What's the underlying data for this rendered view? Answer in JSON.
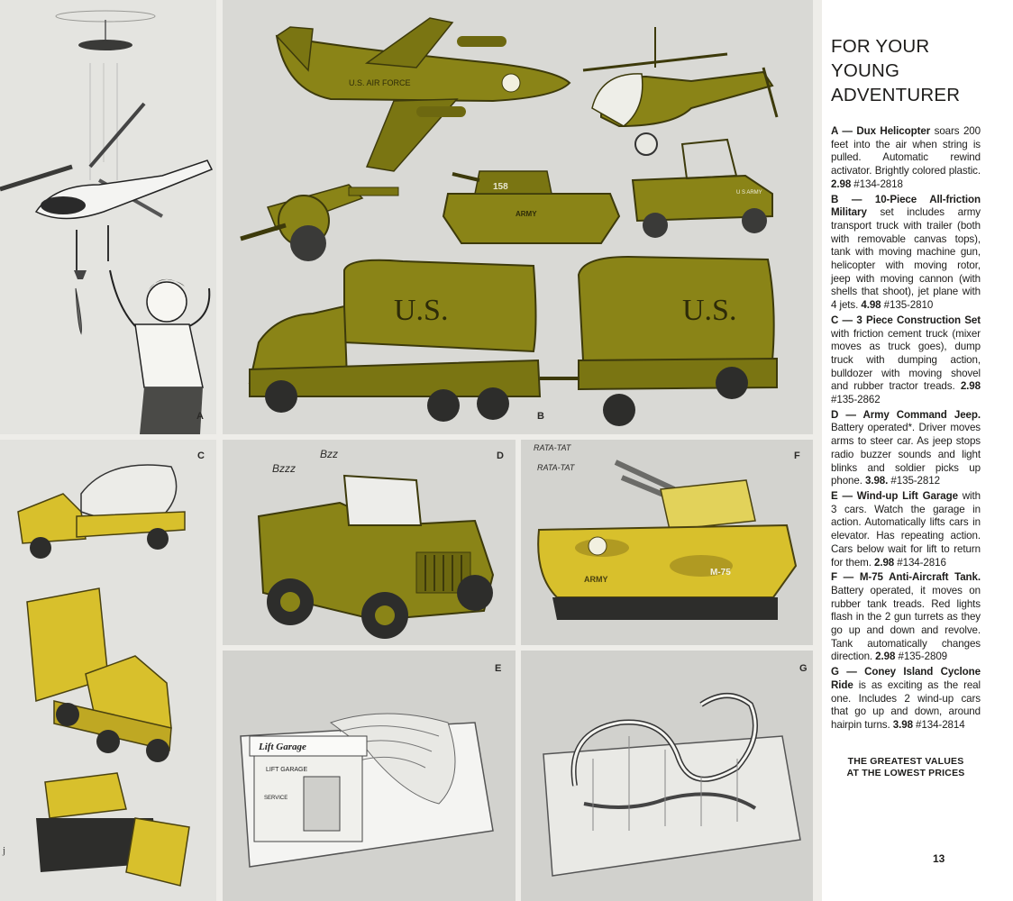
{
  "headline": {
    "line1": "FOR YOUR",
    "line2": "YOUNG",
    "line3": "ADVENTURER"
  },
  "items": [
    {
      "id": "A",
      "name": "A — Dux Helicopter",
      "desc": " soars 200 feet into the air when string is pulled. Automatic rewind activator. Brightly colored plastic. ",
      "price": "2.98",
      "catalog": " #134-2818"
    },
    {
      "id": "B",
      "name": "B — 10-Piece All-friction Military",
      "desc": " set includes army transport truck with trailer (both with removable canvas tops), tank with moving machine gun, helicopter with moving rotor, jeep with moving cannon (with shells that shoot), jet plane with 4 jets. ",
      "price": "4.98",
      "catalog": " #135-2810"
    },
    {
      "id": "C",
      "name": "C — 3 Piece Construction Set",
      "desc": " with friction cement truck (mixer moves as truck goes), dump truck with dumping action, bulldozer with moving shovel and rubber tractor treads. ",
      "price": "2.98",
      "catalog": " #135-2862"
    },
    {
      "id": "D",
      "name": "D — Army Command Jeep.",
      "desc": " Battery operated*. Driver moves arms to steer car. As jeep stops radio buzzer sounds and light blinks and soldier picks up phone. ",
      "price": "3.98.",
      "catalog": " #135-2812"
    },
    {
      "id": "E",
      "name": "E — Wind-up Lift Garage",
      "desc": " with 3 cars. Watch the garage in action. Automatically lifts cars in elevator. Has repeating action. Cars below wait for lift to return for them. ",
      "price": "2.98",
      "catalog": " #134-2816"
    },
    {
      "id": "F",
      "name": "F — M-75 Anti-Aircraft Tank.",
      "desc": " Battery operated, it moves on rubber tank treads. Red lights flash in the 2 gun turrets as they go up and down and revolve. Tank automatically changes direction. ",
      "price": "2.98",
      "catalog": " #135-2809"
    },
    {
      "id": "G",
      "name": "G — Coney Island Cyclone Ride",
      "desc": " is as exciting as the real one. Includes 2 wind-up cars that go up and down, around hairpin turns. ",
      "price": "3.98",
      "catalog": " #134-2814"
    }
  ],
  "tagline": {
    "line1": "THE GREATEST VALUES",
    "line2": "AT THE LOWEST PRICES"
  },
  "page_number": "13",
  "corner_mark": "j",
  "panels": {
    "a": "A",
    "b": "B",
    "c": "C",
    "d": "D",
    "e": "E",
    "f": "F",
    "g": "G"
  },
  "illustration_text": {
    "jet_marking": "U.S. AIR FORCE",
    "tank_number": "158",
    "tank_label": "ARMY",
    "jeep_label": "U S ARMY",
    "truck_canvas": "U.S.",
    "trailer_canvas": "U.S.",
    "buzz1": "Bzzz",
    "buzz2": "Bzz",
    "rata1": "RATA-TAT",
    "rata2": "RATA-TAT",
    "aa_tank_label": "ARMY",
    "aa_tank_model": "M-75",
    "garage_sign": "Lift Garage",
    "garage_front": "LIFT GARAGE",
    "garage_service": "SERVICE"
  },
  "colors": {
    "olive": "#8a8417",
    "olive_dark": "#5e5a10",
    "yellow": "#d8c02c",
    "panel_bg": "#d9d9d5",
    "ink": "#1d1c1a"
  }
}
